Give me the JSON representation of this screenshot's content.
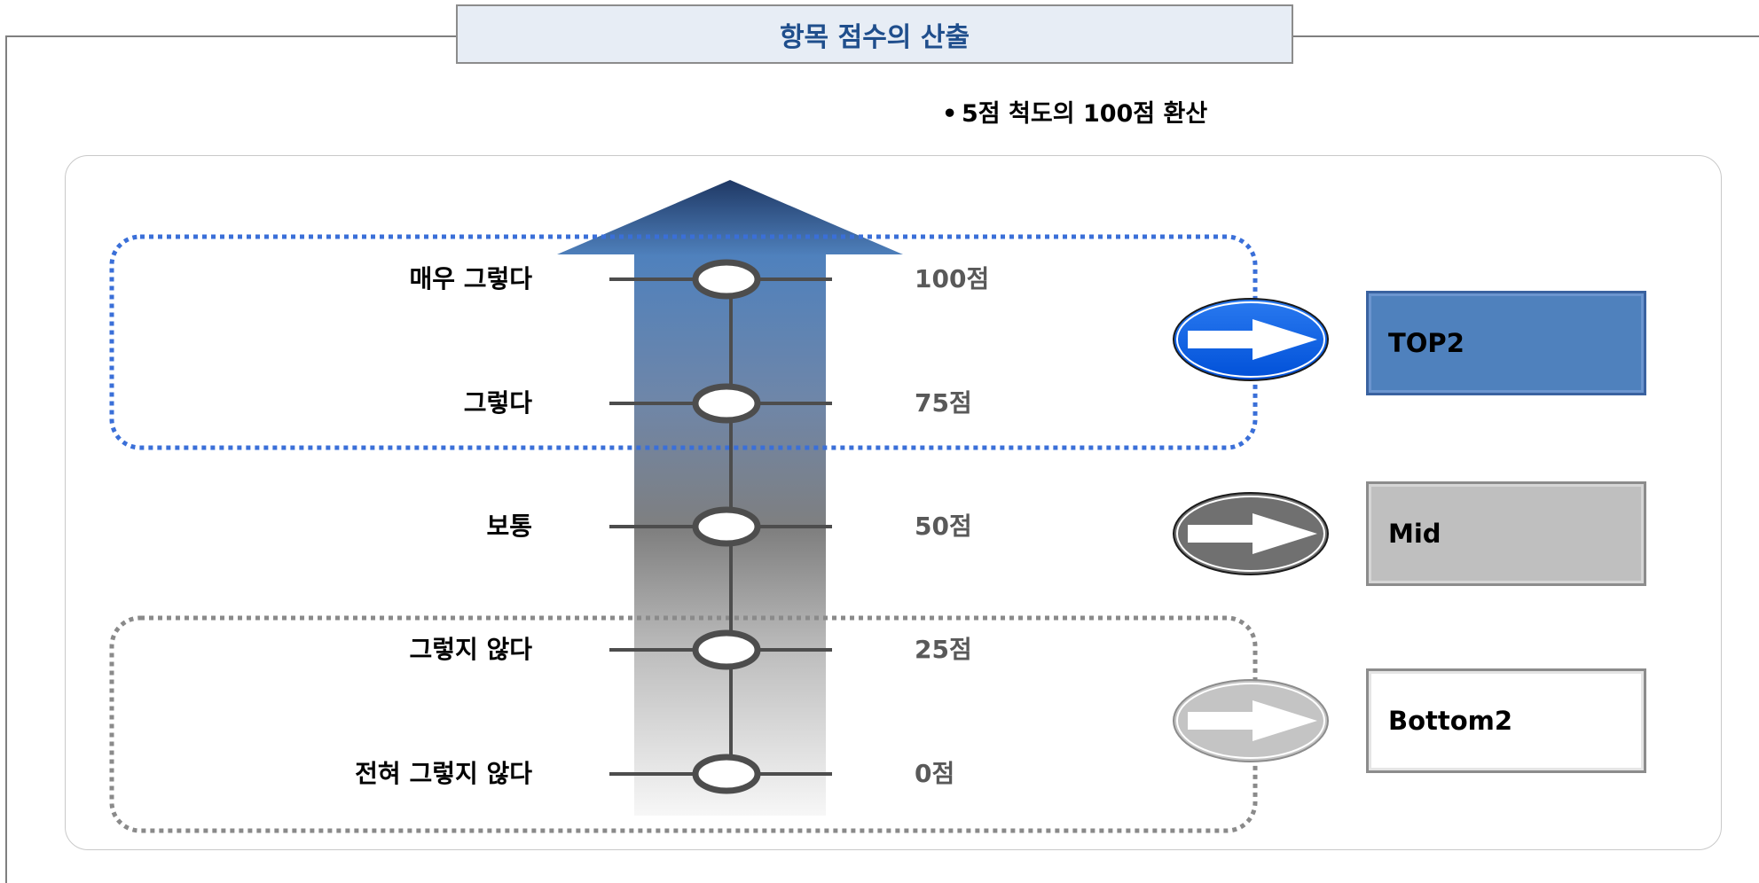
{
  "title": "항목 점수의 산출",
  "bullet": "5점 척도의 100점 환산",
  "scale": [
    {
      "label": "매우 그렇다",
      "score": "100점"
    },
    {
      "label": "그렇다",
      "score": "75점"
    },
    {
      "label": "보통",
      "score": "50점"
    },
    {
      "label": "그렇지 않다",
      "score": "25점"
    },
    {
      "label": "전혀 그렇지 않다",
      "score": "0점"
    }
  ],
  "categories": [
    {
      "label": "TOP2",
      "color": "#4f81bd"
    },
    {
      "label": "Mid",
      "color": "#bfbfbf"
    },
    {
      "label": "Bottom2",
      "color": "#ffffff"
    }
  ],
  "colors": {
    "title_text": "#1f4e8c",
    "top_group_border": "#3a6fd8",
    "bottom_group_border": "#8a8a8a",
    "arrow_top": "#1f3864",
    "arrow_mid": "#4f81bd",
    "connector": "#4d4d4d"
  }
}
